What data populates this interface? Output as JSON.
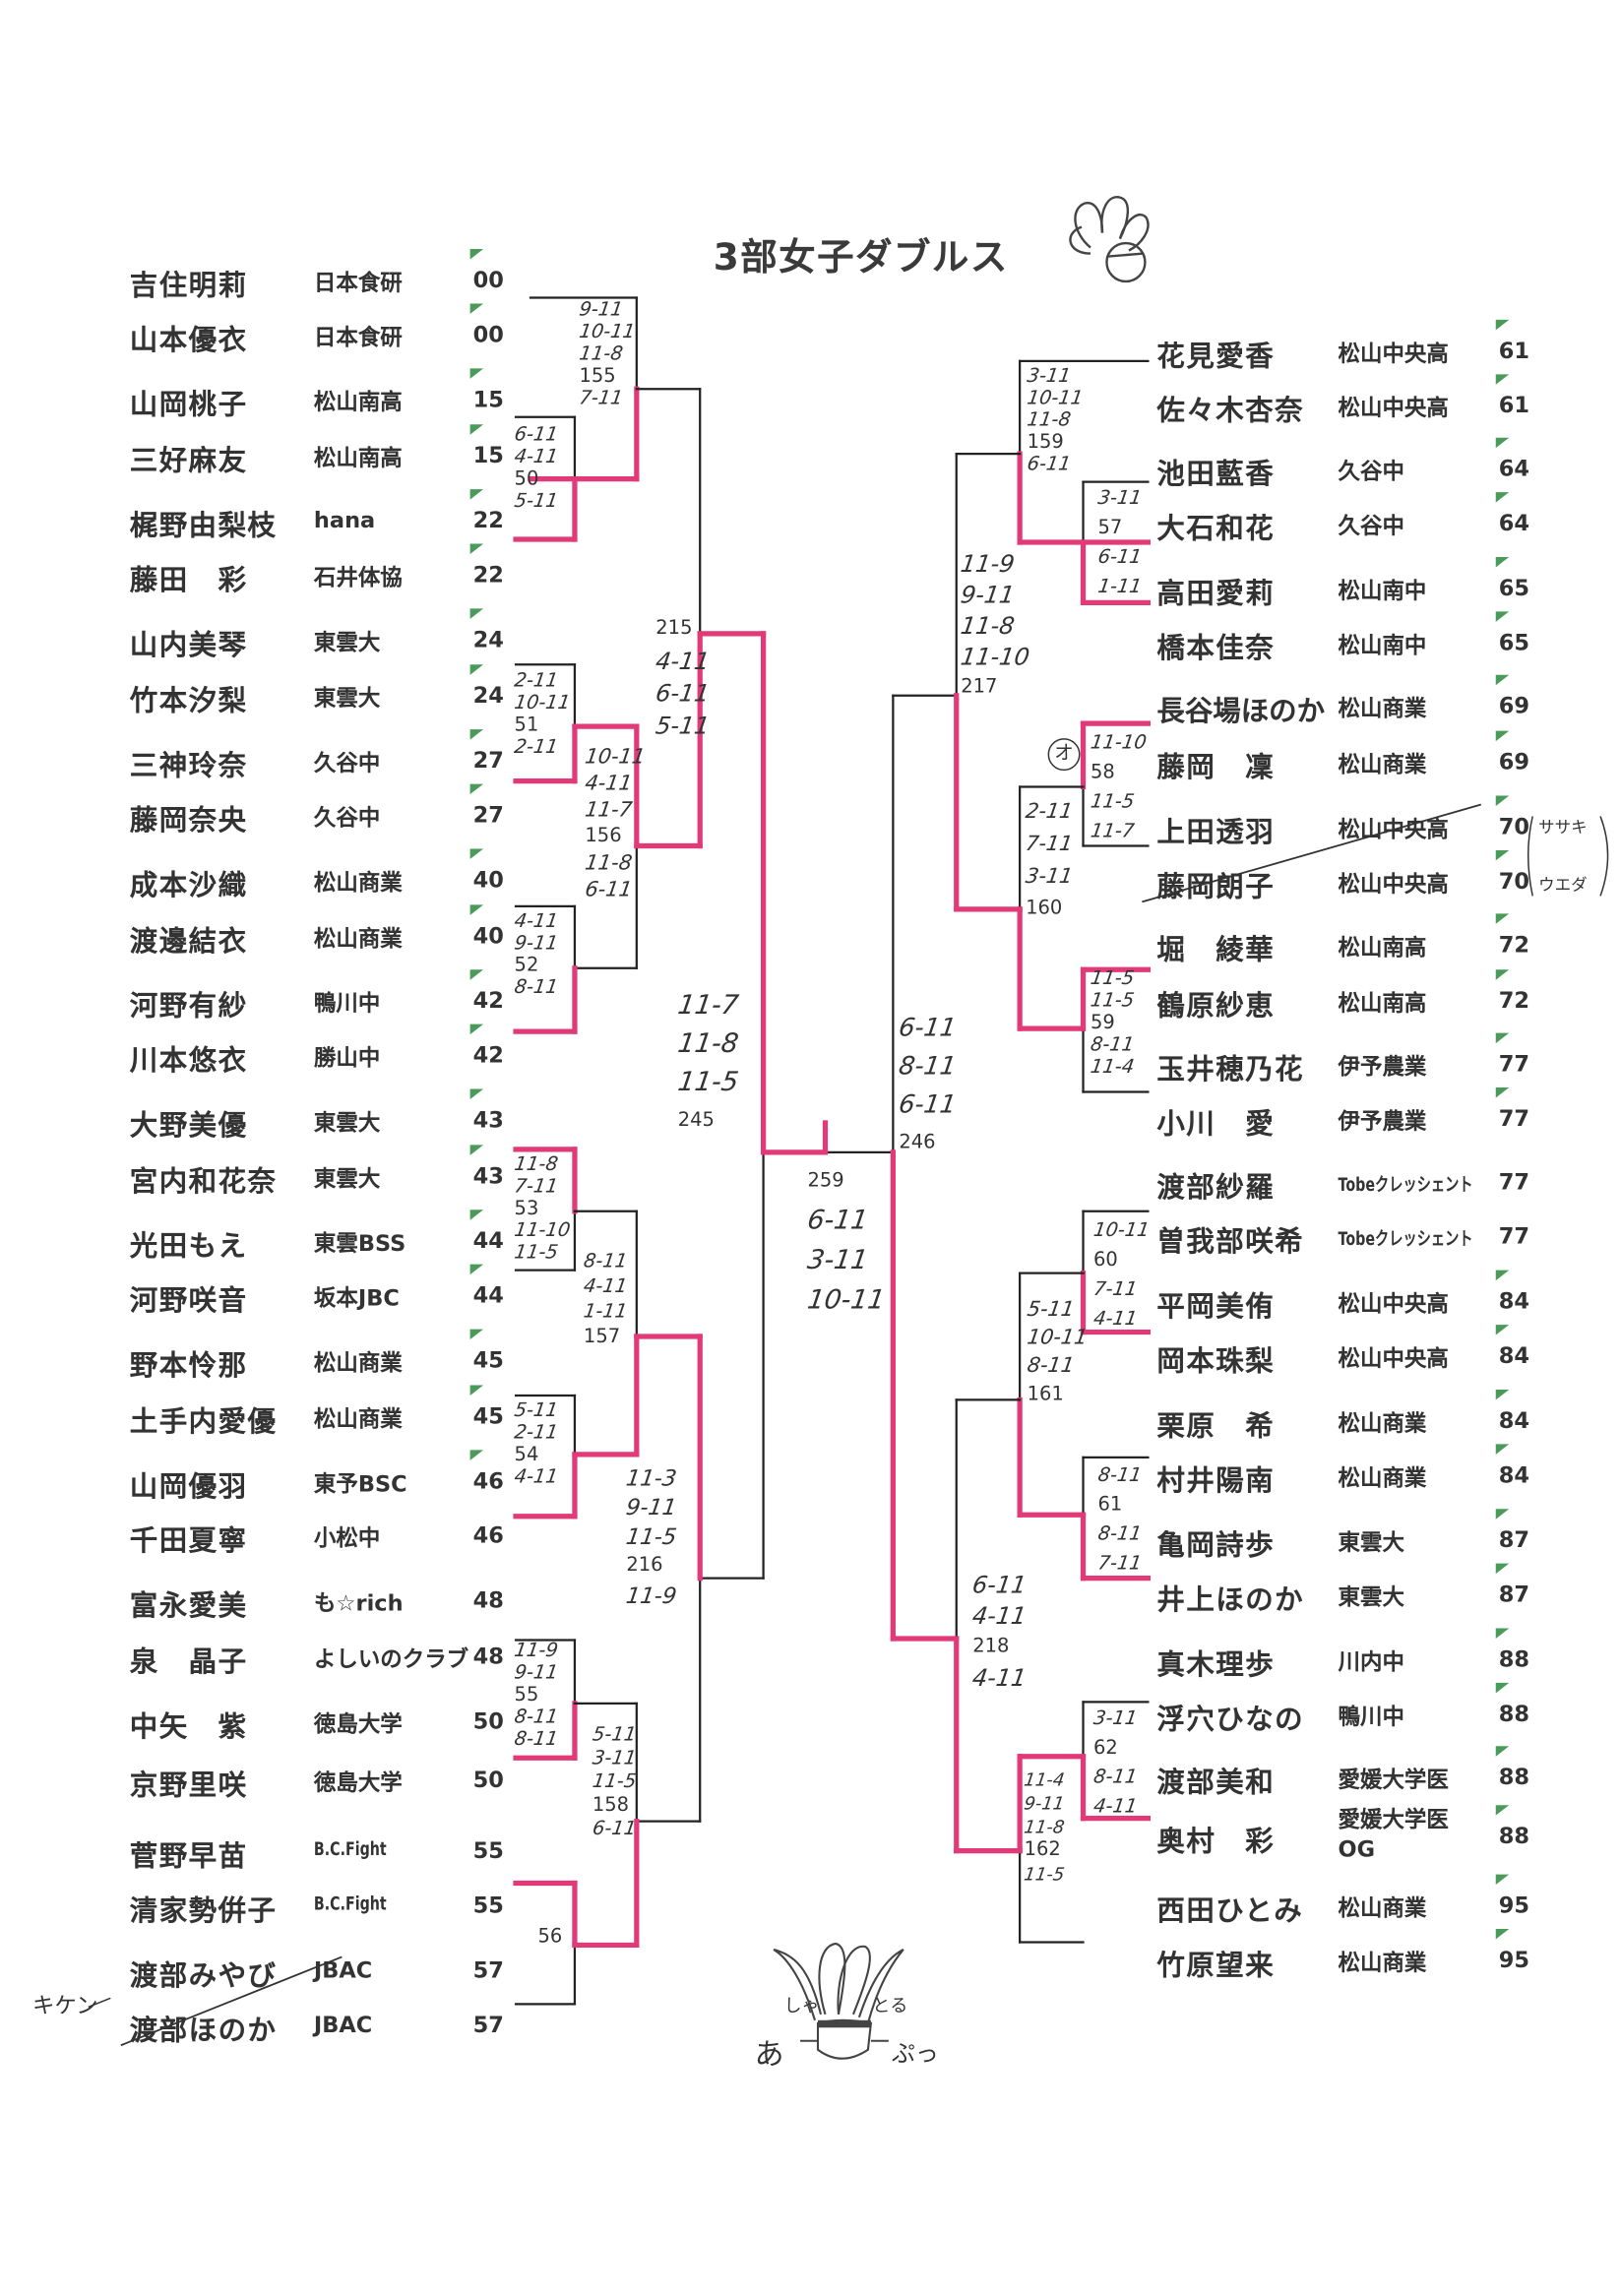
{
  "title": "3部女子ダブルス",
  "colors": {
    "winner_line": "#e23a78",
    "line": "#222222",
    "seed_marker": "#4a9a5a"
  },
  "left_players": [
    {
      "name": "吉住明莉",
      "team": "日本食研",
      "seed": "00",
      "marked": true
    },
    {
      "name": "山本優衣",
      "team": "日本食研",
      "seed": "00",
      "marked": true
    },
    {
      "name": "山岡桃子",
      "team": "松山南高",
      "seed": "15",
      "marked": true
    },
    {
      "name": "三好麻友",
      "team": "松山南高",
      "seed": "15",
      "marked": true
    },
    {
      "name": "梶野由梨枝",
      "team": "hana",
      "seed": "22",
      "marked": true
    },
    {
      "name": "藤田　彩",
      "team": "石井体協",
      "seed": "22",
      "marked": true
    },
    {
      "name": "山内美琴",
      "team": "東雲大",
      "seed": "24",
      "marked": true
    },
    {
      "name": "竹本汐梨",
      "team": "東雲大",
      "seed": "24",
      "marked": true
    },
    {
      "name": "三神玲奈",
      "team": "久谷中",
      "seed": "27",
      "marked": true
    },
    {
      "name": "藤岡奈央",
      "team": "久谷中",
      "seed": "27",
      "marked": true
    },
    {
      "name": "成本沙織",
      "team": "松山商業",
      "seed": "40",
      "marked": true
    },
    {
      "name": "渡邊結衣",
      "team": "松山商業",
      "seed": "40",
      "marked": true
    },
    {
      "name": "河野有紗",
      "team": "鴨川中",
      "seed": "42",
      "marked": true
    },
    {
      "name": "川本悠衣",
      "team": "勝山中",
      "seed": "42",
      "marked": true
    },
    {
      "name": "大野美優",
      "team": "東雲大",
      "seed": "43",
      "marked": true
    },
    {
      "name": "宮内和花奈",
      "team": "東雲大",
      "seed": "43",
      "marked": true
    },
    {
      "name": "光田もえ",
      "team": "東雲BSS",
      "seed": "44",
      "marked": true
    },
    {
      "name": "河野咲音",
      "team": "坂本JBC",
      "seed": "44",
      "marked": true
    },
    {
      "name": "野本怜那",
      "team": "松山商業",
      "seed": "45",
      "marked": true
    },
    {
      "name": "土手内愛優",
      "team": "松山商業",
      "seed": "45",
      "marked": true
    },
    {
      "name": "山岡優羽",
      "team": "東予BSC",
      "seed": "46",
      "marked": true
    },
    {
      "name": "千田夏寧",
      "team": "小松中",
      "seed": "46",
      "marked": false
    },
    {
      "name": "富永愛美",
      "team": "も☆rich",
      "seed": "48",
      "marked": false
    },
    {
      "name": "泉　晶子",
      "team": "よしいのクラブ",
      "seed": "48",
      "marked": false
    },
    {
      "name": "中矢　紫",
      "team": "徳島大学",
      "seed": "50",
      "marked": false
    },
    {
      "name": "京野里咲",
      "team": "徳島大学",
      "seed": "50",
      "marked": false
    },
    {
      "name": "菅野早苗",
      "team": "B.C.Fight",
      "seed": "55",
      "marked": false
    },
    {
      "name": "清家勢倂子",
      "team": "B.C.Fight",
      "seed": "55",
      "marked": false
    },
    {
      "name": "渡部みやび",
      "team": "JBAC",
      "seed": "57",
      "marked": false
    },
    {
      "name": "渡部ほのか",
      "team": "JBAC",
      "seed": "57",
      "marked": false
    }
  ],
  "right_players": [
    {
      "name": "花見愛香",
      "team": "松山中央高",
      "seed": "61",
      "marked": true
    },
    {
      "name": "佐々木杏奈",
      "team": "松山中央高",
      "seed": "61",
      "marked": true
    },
    {
      "name": "池田藍香",
      "team": "久谷中",
      "seed": "64",
      "marked": true
    },
    {
      "name": "大石和花",
      "team": "久谷中",
      "seed": "64",
      "marked": true
    },
    {
      "name": "高田愛莉",
      "team": "松山南中",
      "seed": "65",
      "marked": true
    },
    {
      "name": "橋本佳奈",
      "team": "松山南中",
      "seed": "65",
      "marked": true
    },
    {
      "name": "長谷場ほのか",
      "team": "松山商業",
      "seed": "69",
      "marked": true
    },
    {
      "name": "藤岡　凜",
      "team": "松山商業",
      "seed": "69",
      "marked": true
    },
    {
      "name": "上田透羽",
      "team": "松山中央高",
      "seed": "70",
      "marked": true
    },
    {
      "name": "藤岡朗子",
      "team": "松山中央高",
      "seed": "70",
      "marked": true
    },
    {
      "name": "堀　綾華",
      "team": "松山南高",
      "seed": "72",
      "marked": true
    },
    {
      "name": "鶴原紗恵",
      "team": "松山南高",
      "seed": "72",
      "marked": true
    },
    {
      "name": "玉井穂乃花",
      "team": "伊予農業",
      "seed": "77",
      "marked": true
    },
    {
      "name": "小川　愛",
      "team": "伊予農業",
      "seed": "77",
      "marked": true
    },
    {
      "name": "渡部紗羅",
      "team": "Tobeクレッシェント",
      "seed": "77",
      "marked": false
    },
    {
      "name": "曽我部咲希",
      "team": "Tobeクレッシェント",
      "seed": "77",
      "marked": false
    },
    {
      "name": "平岡美侑",
      "team": "松山中央高",
      "seed": "84",
      "marked": true
    },
    {
      "name": "岡本珠梨",
      "team": "松山中央高",
      "seed": "84",
      "marked": true
    },
    {
      "name": "栗原　希",
      "team": "松山商業",
      "seed": "84",
      "marked": true
    },
    {
      "name": "村井陽南",
      "team": "松山商業",
      "seed": "84",
      "marked": true
    },
    {
      "name": "亀岡詩歩",
      "team": "東雲大",
      "seed": "87",
      "marked": true
    },
    {
      "name": "井上ほのか",
      "team": "東雲大",
      "seed": "87",
      "marked": true
    },
    {
      "name": "真木理歩",
      "team": "川内中",
      "seed": "88",
      "marked": true
    },
    {
      "name": "浮穴ひなの",
      "team": "鴨川中",
      "seed": "88",
      "marked": true
    },
    {
      "name": "渡部美和",
      "team": "愛媛大学医",
      "seed": "88",
      "marked": true
    },
    {
      "name": "奥村　彩",
      "team": "愛媛大学医 OG",
      "seed": "88",
      "marked": true
    },
    {
      "name": "西田ひとみ",
      "team": "松山商業",
      "seed": "95",
      "marked": true
    },
    {
      "name": "竹原望来",
      "team": "松山商業",
      "seed": "95",
      "marked": true
    }
  ],
  "matches": [
    {
      "id": "155",
      "winner": "bottom",
      "lines": [
        "9-11",
        "10-11",
        "11-8",
        "155",
        "7-11"
      ]
    },
    {
      "id": "50",
      "winner": "bottom",
      "lines": [
        "6-11",
        "4-11",
        "50",
        "5-11"
      ]
    },
    {
      "id": "215",
      "winner": "bottom",
      "lines": [
        "215",
        "4-11",
        "6-11",
        "5-11"
      ]
    },
    {
      "id": "51",
      "winner": "bottom",
      "lines": [
        "2-11",
        "10-11",
        "51",
        "2-11"
      ]
    },
    {
      "id": "156",
      "winner": "top",
      "lines": [
        "10-11",
        "4-11",
        "11-7",
        "156",
        "11-8",
        "6-11"
      ]
    },
    {
      "id": "52",
      "winner": "bottom",
      "lines": [
        "4-11",
        "9-11",
        "52",
        "8-11"
      ]
    },
    {
      "id": "245",
      "winner": "top",
      "lines": [
        "11-7",
        "11-8",
        "11-5",
        "245"
      ]
    },
    {
      "id": "53",
      "winner": "top",
      "lines": [
        "11-8",
        "7-11",
        "53",
        "11-10",
        "11-5"
      ]
    },
    {
      "id": "157",
      "winner": "bottom",
      "lines": [
        "8-11",
        "4-11",
        "1-11",
        "157"
      ]
    },
    {
      "id": "54",
      "winner": "bottom",
      "lines": [
        "5-11",
        "2-11",
        "54",
        "4-11"
      ]
    },
    {
      "id": "216",
      "winner": "top",
      "lines": [
        "11-3",
        "9-11",
        "11-5",
        "216",
        "11-9"
      ]
    },
    {
      "id": "55",
      "winner": "bottom",
      "lines": [
        "11-9",
        "9-11",
        "55",
        "8-11",
        "8-11"
      ]
    },
    {
      "id": "158",
      "winner": "bottom",
      "lines": [
        "5-11",
        "3-11",
        "11-5",
        "158",
        "6-11"
      ]
    },
    {
      "id": "56",
      "winner": "top",
      "lines": [
        "56"
      ]
    },
    {
      "id": "259",
      "winner": "left",
      "lines": [
        "259",
        "6-11",
        "3-11",
        "10-11"
      ]
    },
    {
      "id": "246",
      "winner": "bottom",
      "lines": [
        "6-11",
        "8-11",
        "6-11",
        "246"
      ]
    },
    {
      "id": "159",
      "winner": "bottom",
      "lines": [
        "3-11",
        "10-11",
        "11-8",
        "159",
        "6-11"
      ]
    },
    {
      "id": "57",
      "winner": "bottom",
      "lines": [
        "3-11",
        "57",
        "6-11",
        "1-11"
      ]
    },
    {
      "id": "217",
      "winner": "bottom",
      "lines": [
        "11-9",
        "9-11",
        "11-8",
        "11-10",
        "217"
      ]
    },
    {
      "id": "58",
      "winner": "top",
      "lines": [
        "11-10",
        "58",
        "11-5",
        "11-7"
      ]
    },
    {
      "id": "160",
      "winner": "bottom",
      "lines": [
        "2-11",
        "7-11",
        "3-11",
        "160"
      ]
    },
    {
      "id": "59",
      "winner": "top",
      "lines": [
        "11-5",
        "11-5",
        "59",
        "8-11",
        "11-4"
      ]
    },
    {
      "id": "60",
      "winner": "bottom",
      "lines": [
        "10-11",
        "60",
        "7-11",
        "4-11"
      ]
    },
    {
      "id": "161",
      "winner": "bottom",
      "lines": [
        "5-11",
        "10-11",
        "8-11",
        "161"
      ]
    },
    {
      "id": "61",
      "winner": "bottom",
      "lines": [
        "8-11",
        "61",
        "8-11",
        "7-11"
      ]
    },
    {
      "id": "218",
      "winner": "bottom",
      "lines": [
        "6-11",
        "4-11",
        "218",
        "4-11"
      ]
    },
    {
      "id": "62",
      "winner": "bottom",
      "lines": [
        "3-11",
        "62",
        "8-11",
        "4-11"
      ]
    },
    {
      "id": "162",
      "winner": "top",
      "lines": [
        "11-4",
        "9-11",
        "11-8",
        "162",
        "11-5"
      ]
    }
  ],
  "annotations": {
    "withdrawn": "キケン",
    "circled": "オ",
    "sub_1": "ササキ",
    "sub_2": "ウエダ"
  },
  "logo": {
    "top_left": "しゃ",
    "top_right": "とる",
    "bottom_left": "あ",
    "bottom_right": "ぷっ"
  }
}
